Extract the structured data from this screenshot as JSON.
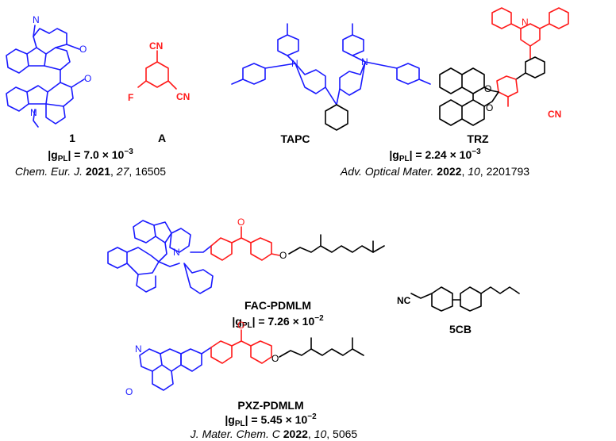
{
  "colors": {
    "donor": "#1a1aff",
    "acceptor": "#ff1a1a",
    "neutral": "#000000"
  },
  "compounds": {
    "c1": {
      "name": "1",
      "atoms": {
        "n": "N",
        "o": "O"
      }
    },
    "cA": {
      "name": "A",
      "atoms": {
        "f": "F",
        "cn": "CN"
      }
    },
    "tapc": {
      "name": "TAPC",
      "atoms": {
        "n": "N"
      }
    },
    "trz": {
      "name": "TRZ",
      "atoms": {
        "n": "N",
        "o": "O",
        "cn": "CN"
      }
    },
    "fac": {
      "name": "FAC-PDMLM",
      "atoms": {
        "n": "N",
        "o": "O"
      }
    },
    "cb5": {
      "name": "5CB",
      "atoms": {
        "nc": "NC"
      }
    },
    "pxz": {
      "name": "PXZ-PDMLM",
      "atoms": {
        "n": "N",
        "o": "O"
      }
    }
  },
  "glum": {
    "g1": {
      "symbol": "|g",
      "sub": "PL",
      "value": "| = 7.0 × 10",
      "exp": "−3"
    },
    "g2": {
      "symbol": "|g",
      "sub": "PL",
      "value": "| = 2.24 × 10",
      "exp": "−3"
    },
    "g3": {
      "symbol": "|g",
      "sub": "PL",
      "value": "| = 7.26 × 10",
      "exp": "−2"
    },
    "g4": {
      "symbol": "|g",
      "sub": "PL",
      "value": "| = 5.45 × 10",
      "exp": "−2"
    }
  },
  "refs": {
    "r1": {
      "journal": "Chem. Eur. J.",
      "year": "2021",
      "volume": "27",
      "page": ", 16505"
    },
    "r2": {
      "journal": "Adv. Optical Mater.",
      "year": "2022",
      "volume": "10",
      "page": ", 2201793"
    },
    "r3": {
      "journal": "J. Mater. Chem. C",
      "year": "2022",
      "volume": "10",
      "page": ", 5065"
    }
  }
}
